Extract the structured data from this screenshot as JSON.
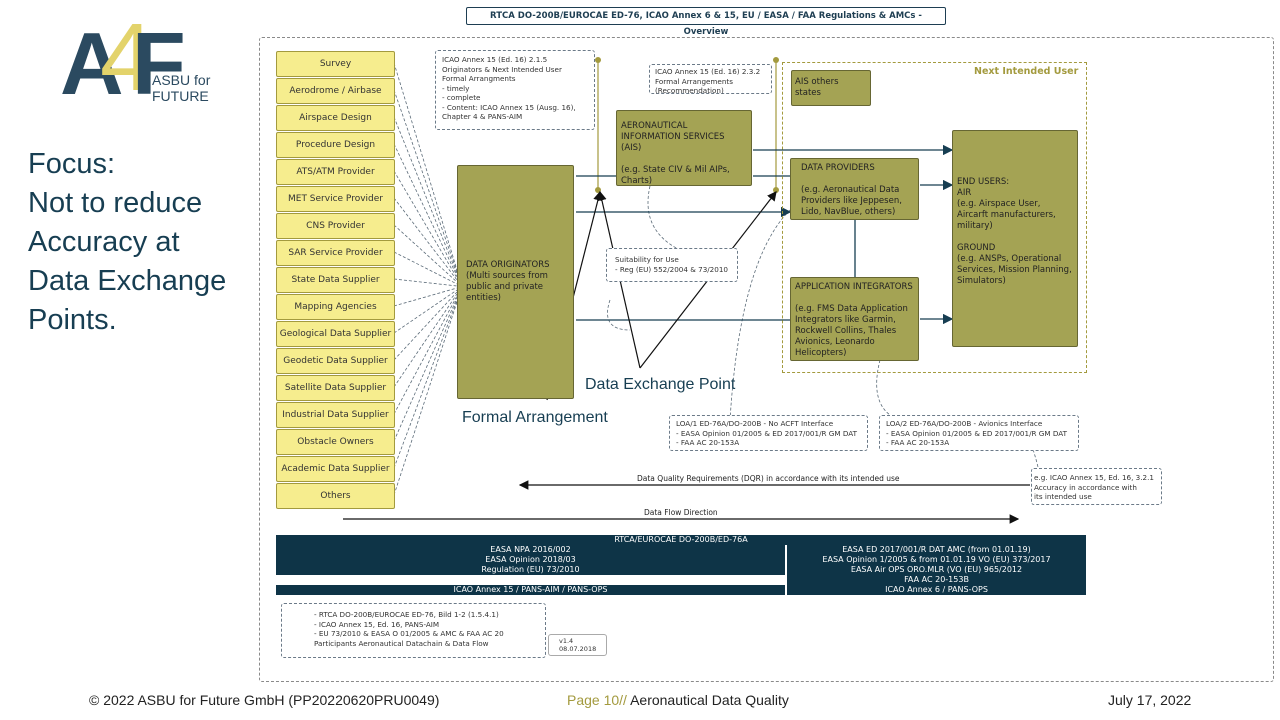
{
  "logo": {
    "text_line1": "ASBU for",
    "text_line2": "FUTURE"
  },
  "focus_text": "Focus:\nNot to reduce\nAccuracy at\nData Exchange\nPoints.",
  "diagram_title": "RTCA DO-200B/EUROCAE ED-76, ICAO Annex 6 & 15, EU / EASA / FAA Regulations & AMCs - Overview",
  "sources": [
    "Survey",
    "Aerodrome / Airbase",
    "Airspace Design",
    "Procedure Design",
    "ATS/ATM Provider",
    "MET Service Provider",
    "CNS Provider",
    "SAR Service Provider",
    "State Data Supplier",
    "Mapping Agencies",
    "Geological Data Supplier",
    "Geodetic Data Supplier",
    "Satellite Data Supplier",
    "Industrial Data Supplier",
    "Obstacle Owners",
    "Academic Data Supplier",
    "Others"
  ],
  "boxes": {
    "originators": "DATA ORIGINATORS\n(Multi sources from public and private entities)",
    "ais": "AERONAUTICAL INFORMATION SERVICES (AIS)\n\n(e.g. State CIV & Mil AIPs, Charts)",
    "ais_others": "AIS others states",
    "providers": "DATA PROVIDERS\n\n(e.g. Aeronautical Data Providers like Jeppesen, Lido, NavBlue, others)",
    "integrators": "APPLICATION INTEGRATORS\n\n(e.g. FMS Data Application Integrators like Garmin, Rockwell Collins, Thales Avionics, Leonardo Helicopters)",
    "end_users": "END USERS:\nAIR\n(e.g. Airspace User, Aircarft manufacturers, military)\n\nGROUND\n(e.g. ANSPs, Operational Services, Mission Planning, Simulators)"
  },
  "notes": {
    "annex_2_1_5": "ICAO Annex 15 (Ed. 16) 2.1.5\nOriginators & Next Intended User\nFormal Arrangments\n  - timely\n  - complete\n  - Content: ICAO Annex 15 (Ausg. 16),\n    Chapter 4 & PANS-AIM",
    "annex_2_3_2": "ICAO Annex 15 (Ed. 16) 2.3.2\nFormal Arrangements\n(Recommendation)",
    "suitability": "Suitability for Use\n- Reg (EU) 552/2004 & 73/2010",
    "loa1": "LOA/1 ED-76A/DO-200B - No ACFT Interface\n- EASA Opinion 01/2005 & ED 2017/001/R GM DAT\n- FAA AC 20-153A",
    "loa2": "LOA/2 ED-76A/DO-200B - Avionics Interface\n- EASA Opinion 01/2005 & ED 2017/001/R GM DAT\n- FAA AC 20-153A",
    "annex_3_2_1": "e.g. ICAO Annex 15, Ed. 16, 3.2.1\nAccuracy in accordance with\nits intended use",
    "refs": "- RTCA DO-200B/EUROCAE ED-76, Bild 1-2 (1.5.4.1)\n- ICAO Annex 15, Ed. 16, PANS-AIM\n- EU 73/2010 & EASA O 01/2005 & AMC & FAA AC 20\nParticipants Aeronautical Datachain & Data Flow",
    "version": "v1.4\n08.07.2018"
  },
  "labels": {
    "next_intended_user": "Next Intended User",
    "data_exchange_point": "Data Exchange Point",
    "formal_arrangement": "Formal Arrangement",
    "dqr": "Data Quality Requirements (DQR) in accordance with its intended use",
    "data_flow": "Data Flow Direction"
  },
  "table": {
    "header": "RTCA/EUROCAE DO-200B/ED-76A",
    "left": [
      "EASA NPA 2016/002",
      "EASA Opinion 2018/03",
      "Regulation (EU) 73/2010"
    ],
    "right": [
      "EASA ED 2017/001/R DAT AMC (from 01.01.19)",
      "EASA Opinion 1/2005 & from 01.01.19 VO (EU) 373/2017",
      "EASA Air OPS ORO.MLR (VO (EU) 965/2012",
      "FAA AC 20-153B"
    ],
    "bottom_left": "ICAO Annex 15 / PANS-AIM / PANS-OPS",
    "bottom_right": "ICAO Annex 6 / PANS-OPS"
  },
  "footer": {
    "copyright": "© 2022 ASBU for Future GmbH (PP20220620PRU0049)",
    "page_label": "Page",
    "page_number": "10",
    "separator": "//",
    "page_title": "Aeronautical Data Quality",
    "date": "July 17, 2022"
  }
}
